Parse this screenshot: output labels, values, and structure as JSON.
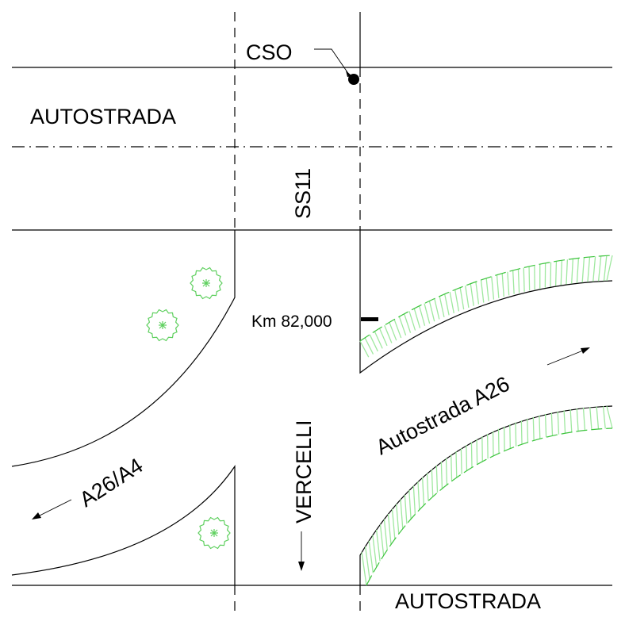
{
  "labels": {
    "cso": "CSO",
    "autostrada_top": "AUTOSTRADA",
    "ss11": "SS11",
    "km": "Km 82,000",
    "vercelli": "VERCELLI",
    "autostrada_a26": "Autostrada A26",
    "a26_a4": "A26/A4",
    "autostrada_bottom": "AUTOSTRADA"
  },
  "colors": {
    "hatch": "#9fe89f",
    "green_line": "#3cc43c",
    "line": "#000000"
  }
}
